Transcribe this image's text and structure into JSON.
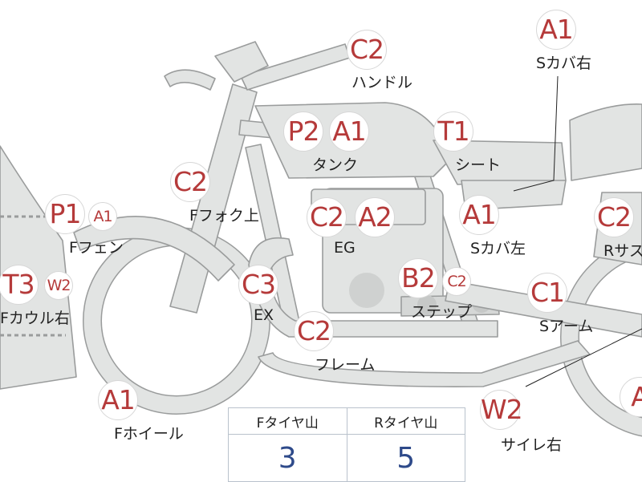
{
  "colors": {
    "body_fill": "#e2e4e3",
    "outline": "#9a9c9c",
    "badge_text": "#b53a3a",
    "value_text": "#2e4a8a"
  },
  "parts": [
    {
      "id": "handle",
      "label": "ハンドル",
      "badges": [
        {
          "grade": "C2",
          "size": "big"
        }
      ]
    },
    {
      "id": "s-cover-right",
      "label": "Sカバ右",
      "badges": [
        {
          "grade": "A1",
          "size": "big"
        }
      ]
    },
    {
      "id": "tank",
      "label": "タンク",
      "badges": [
        {
          "grade": "P2",
          "size": "big"
        },
        {
          "grade": "A1",
          "size": "big"
        }
      ]
    },
    {
      "id": "seat",
      "label": "シート",
      "badges": [
        {
          "grade": "T1",
          "size": "big"
        }
      ]
    },
    {
      "id": "f-fork-upper",
      "label": "Fフォク上",
      "badges": [
        {
          "grade": "C2",
          "size": "big"
        }
      ]
    },
    {
      "id": "engine",
      "label": "EG",
      "badges": [
        {
          "grade": "C2",
          "size": "big"
        },
        {
          "grade": "A2",
          "size": "big"
        }
      ]
    },
    {
      "id": "s-cover-left",
      "label": "Sカバ左",
      "badges": [
        {
          "grade": "A1",
          "size": "big"
        }
      ]
    },
    {
      "id": "r-suspension",
      "label": "Rサス",
      "badges": [
        {
          "grade": "C2",
          "size": "big"
        }
      ]
    },
    {
      "id": "f-fender",
      "label": "Fフェン",
      "badges": [
        {
          "grade": "P1",
          "size": "big"
        },
        {
          "grade": "A1",
          "size": "small"
        }
      ]
    },
    {
      "id": "f-cowl-right",
      "label": "Fカウル右",
      "badges": [
        {
          "grade": "T3",
          "size": "big"
        },
        {
          "grade": "W2",
          "size": "small"
        }
      ]
    },
    {
      "id": "exhaust",
      "label": "EX",
      "badges": [
        {
          "grade": "C3",
          "size": "big"
        }
      ]
    },
    {
      "id": "step",
      "label": "ステップ",
      "badges": [
        {
          "grade": "B2",
          "size": "big"
        },
        {
          "grade": "C2",
          "size": "small"
        }
      ]
    },
    {
      "id": "s-arm",
      "label": "Sアーム",
      "badges": [
        {
          "grade": "C1",
          "size": "big"
        }
      ]
    },
    {
      "id": "frame",
      "label": "フレーム",
      "badges": [
        {
          "grade": "C2",
          "size": "big"
        }
      ]
    },
    {
      "id": "f-wheel",
      "label": "Fホイール",
      "badges": [
        {
          "grade": "A1",
          "size": "big"
        }
      ]
    },
    {
      "id": "silencer-right",
      "label": "サイレ右",
      "badges": [
        {
          "grade": "W2",
          "size": "big"
        }
      ]
    },
    {
      "id": "r-wheel",
      "label": "",
      "badges": [
        {
          "grade": "A",
          "size": "big"
        }
      ]
    }
  ],
  "tire_table": {
    "headers": [
      "Fタイヤ山",
      "Rタイヤ山"
    ],
    "values": [
      "3",
      "5"
    ]
  }
}
